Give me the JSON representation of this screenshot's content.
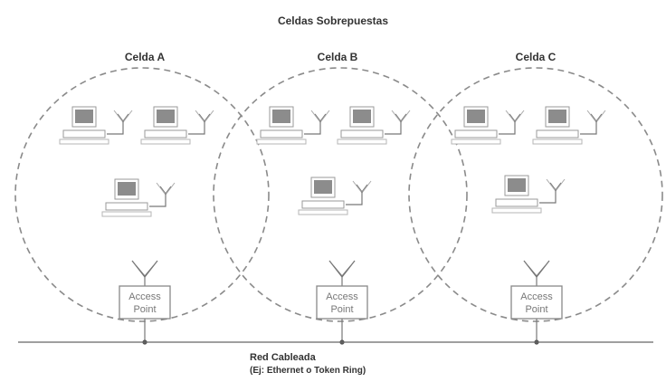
{
  "diagram": {
    "title": "Celdas Sobrepuestas",
    "cells": [
      {
        "label": "Celda A",
        "access_point": [
          "Access",
          "Point"
        ],
        "workstations": 3
      },
      {
        "label": "Celda B",
        "access_point": [
          "Access",
          "Point"
        ],
        "workstations": 3
      },
      {
        "label": "Celda C",
        "access_point": [
          "Access",
          "Point"
        ],
        "workstations": 3
      }
    ],
    "network": {
      "line1": "Red Cableada",
      "line2": "(Ej: Ethernet o Token Ring)"
    },
    "colors": {
      "dashed_circle": "#8a8a8a",
      "line": "#666666",
      "monitor_screen": "#8c8c8c",
      "device_outline": "#9a9a9a"
    }
  }
}
